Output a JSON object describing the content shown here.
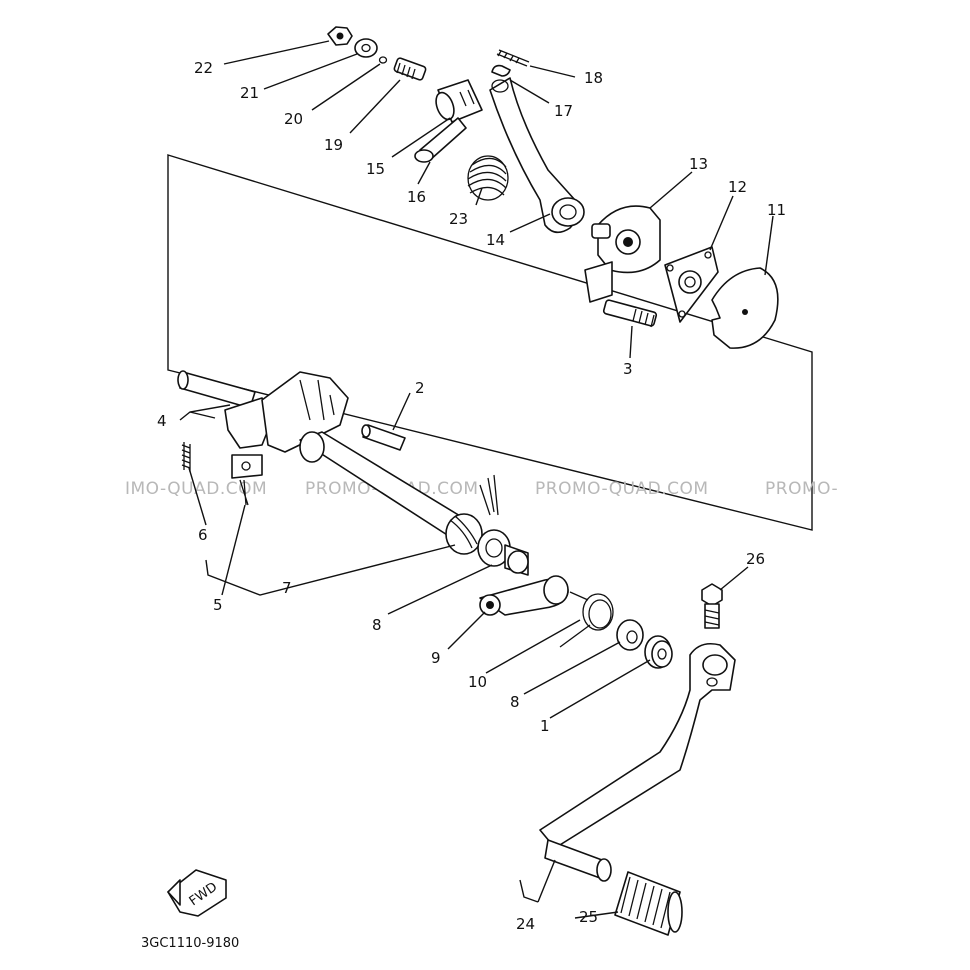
{
  "part_labels": {
    "l1": "1",
    "l2": "2",
    "l3": "3",
    "l4": "4",
    "l5": "5",
    "l6": "6",
    "l7": "7",
    "l8a": "8",
    "l8b": "8",
    "l9": "9",
    "l10": "10",
    "l11": "11",
    "l12": "12",
    "l13": "13",
    "l14": "14",
    "l15": "15",
    "l16": "16",
    "l17": "17",
    "l18": "18",
    "l19": "19",
    "l20": "20",
    "l21": "21",
    "l22": "22",
    "l23": "23",
    "l24": "24",
    "l25": "25",
    "l26": "26"
  },
  "watermark": {
    "w1": "IMO-QUAD.COM",
    "w2": "PROMO-QUAD.COM",
    "w3": "PROMO-QUAD.COM",
    "w4": "PROMO-"
  },
  "fwd_label": "FWD",
  "reference_code": "3GC1110-9180"
}
